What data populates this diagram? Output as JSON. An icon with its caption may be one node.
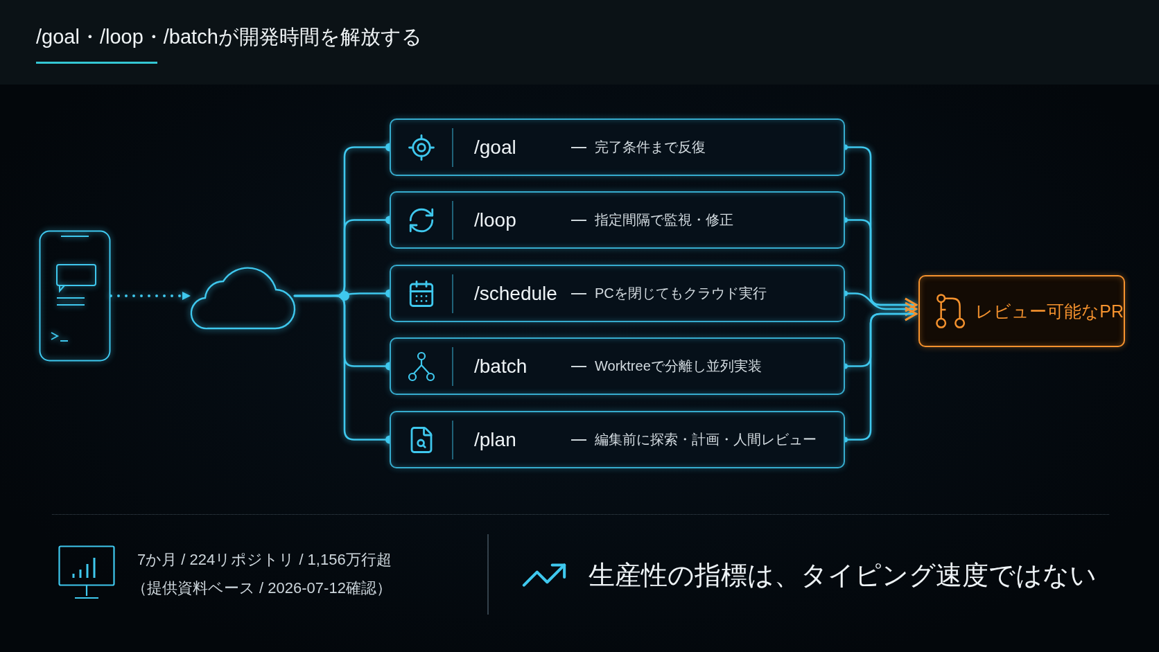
{
  "diagram": {
    "title": "/goal・/loop・/batchが開発時間を解放する",
    "nodes": [
      {
        "text": [],
        "shape": "picture"
      },
      {
        "text": [],
        "shape": "cloud"
      },
      {
        "text": [
          "/goal",
          "完了条件まで反復"
        ]
      },
      {
        "text": [
          "/loop",
          "指定間隔で監視・修正"
        ]
      },
      {
        "text": [
          "/schedule",
          "PCを閉じてもクラウド実行"
        ]
      },
      {
        "text": [
          "/batch",
          "Worktreeで分離し並列実装"
        ]
      },
      {
        "text": [
          "/plan",
          "編集前に探索・計画・人間レビュー"
        ]
      },
      {
        "text": [
          "レビュー可能なPR"
        ]
      }
    ],
    "edges": [
      {
        "from": 0,
        "to": 1,
        "arrow": "to",
        "style": "dashed"
      },
      {
        "from": 1,
        "to": 2,
        "arrow": "other"
      },
      {
        "from": 1,
        "to": 3,
        "arrow": "other"
      },
      {
        "from": 1,
        "to": 4,
        "arrow": "other"
      },
      {
        "from": 1,
        "to": 5,
        "arrow": "other"
      },
      {
        "from": 1,
        "to": 6,
        "arrow": "other"
      },
      {
        "from": 2,
        "to": 7,
        "arrow": "to"
      },
      {
        "from": 3,
        "to": 7,
        "arrow": "to"
      },
      {
        "from": 4,
        "to": 7,
        "arrow": "to"
      },
      {
        "from": 5,
        "to": 7,
        "arrow": "to"
      },
      {
        "from": 6,
        "to": 7,
        "arrow": "to"
      }
    ],
    "labels": [
      "7か月 / 224リポジトリ / 1,156万行超",
      "（提供資料ベース / 2026-07-12確認）",
      "生産性の指標は、タイピング速度ではない"
    ]
  }
}
